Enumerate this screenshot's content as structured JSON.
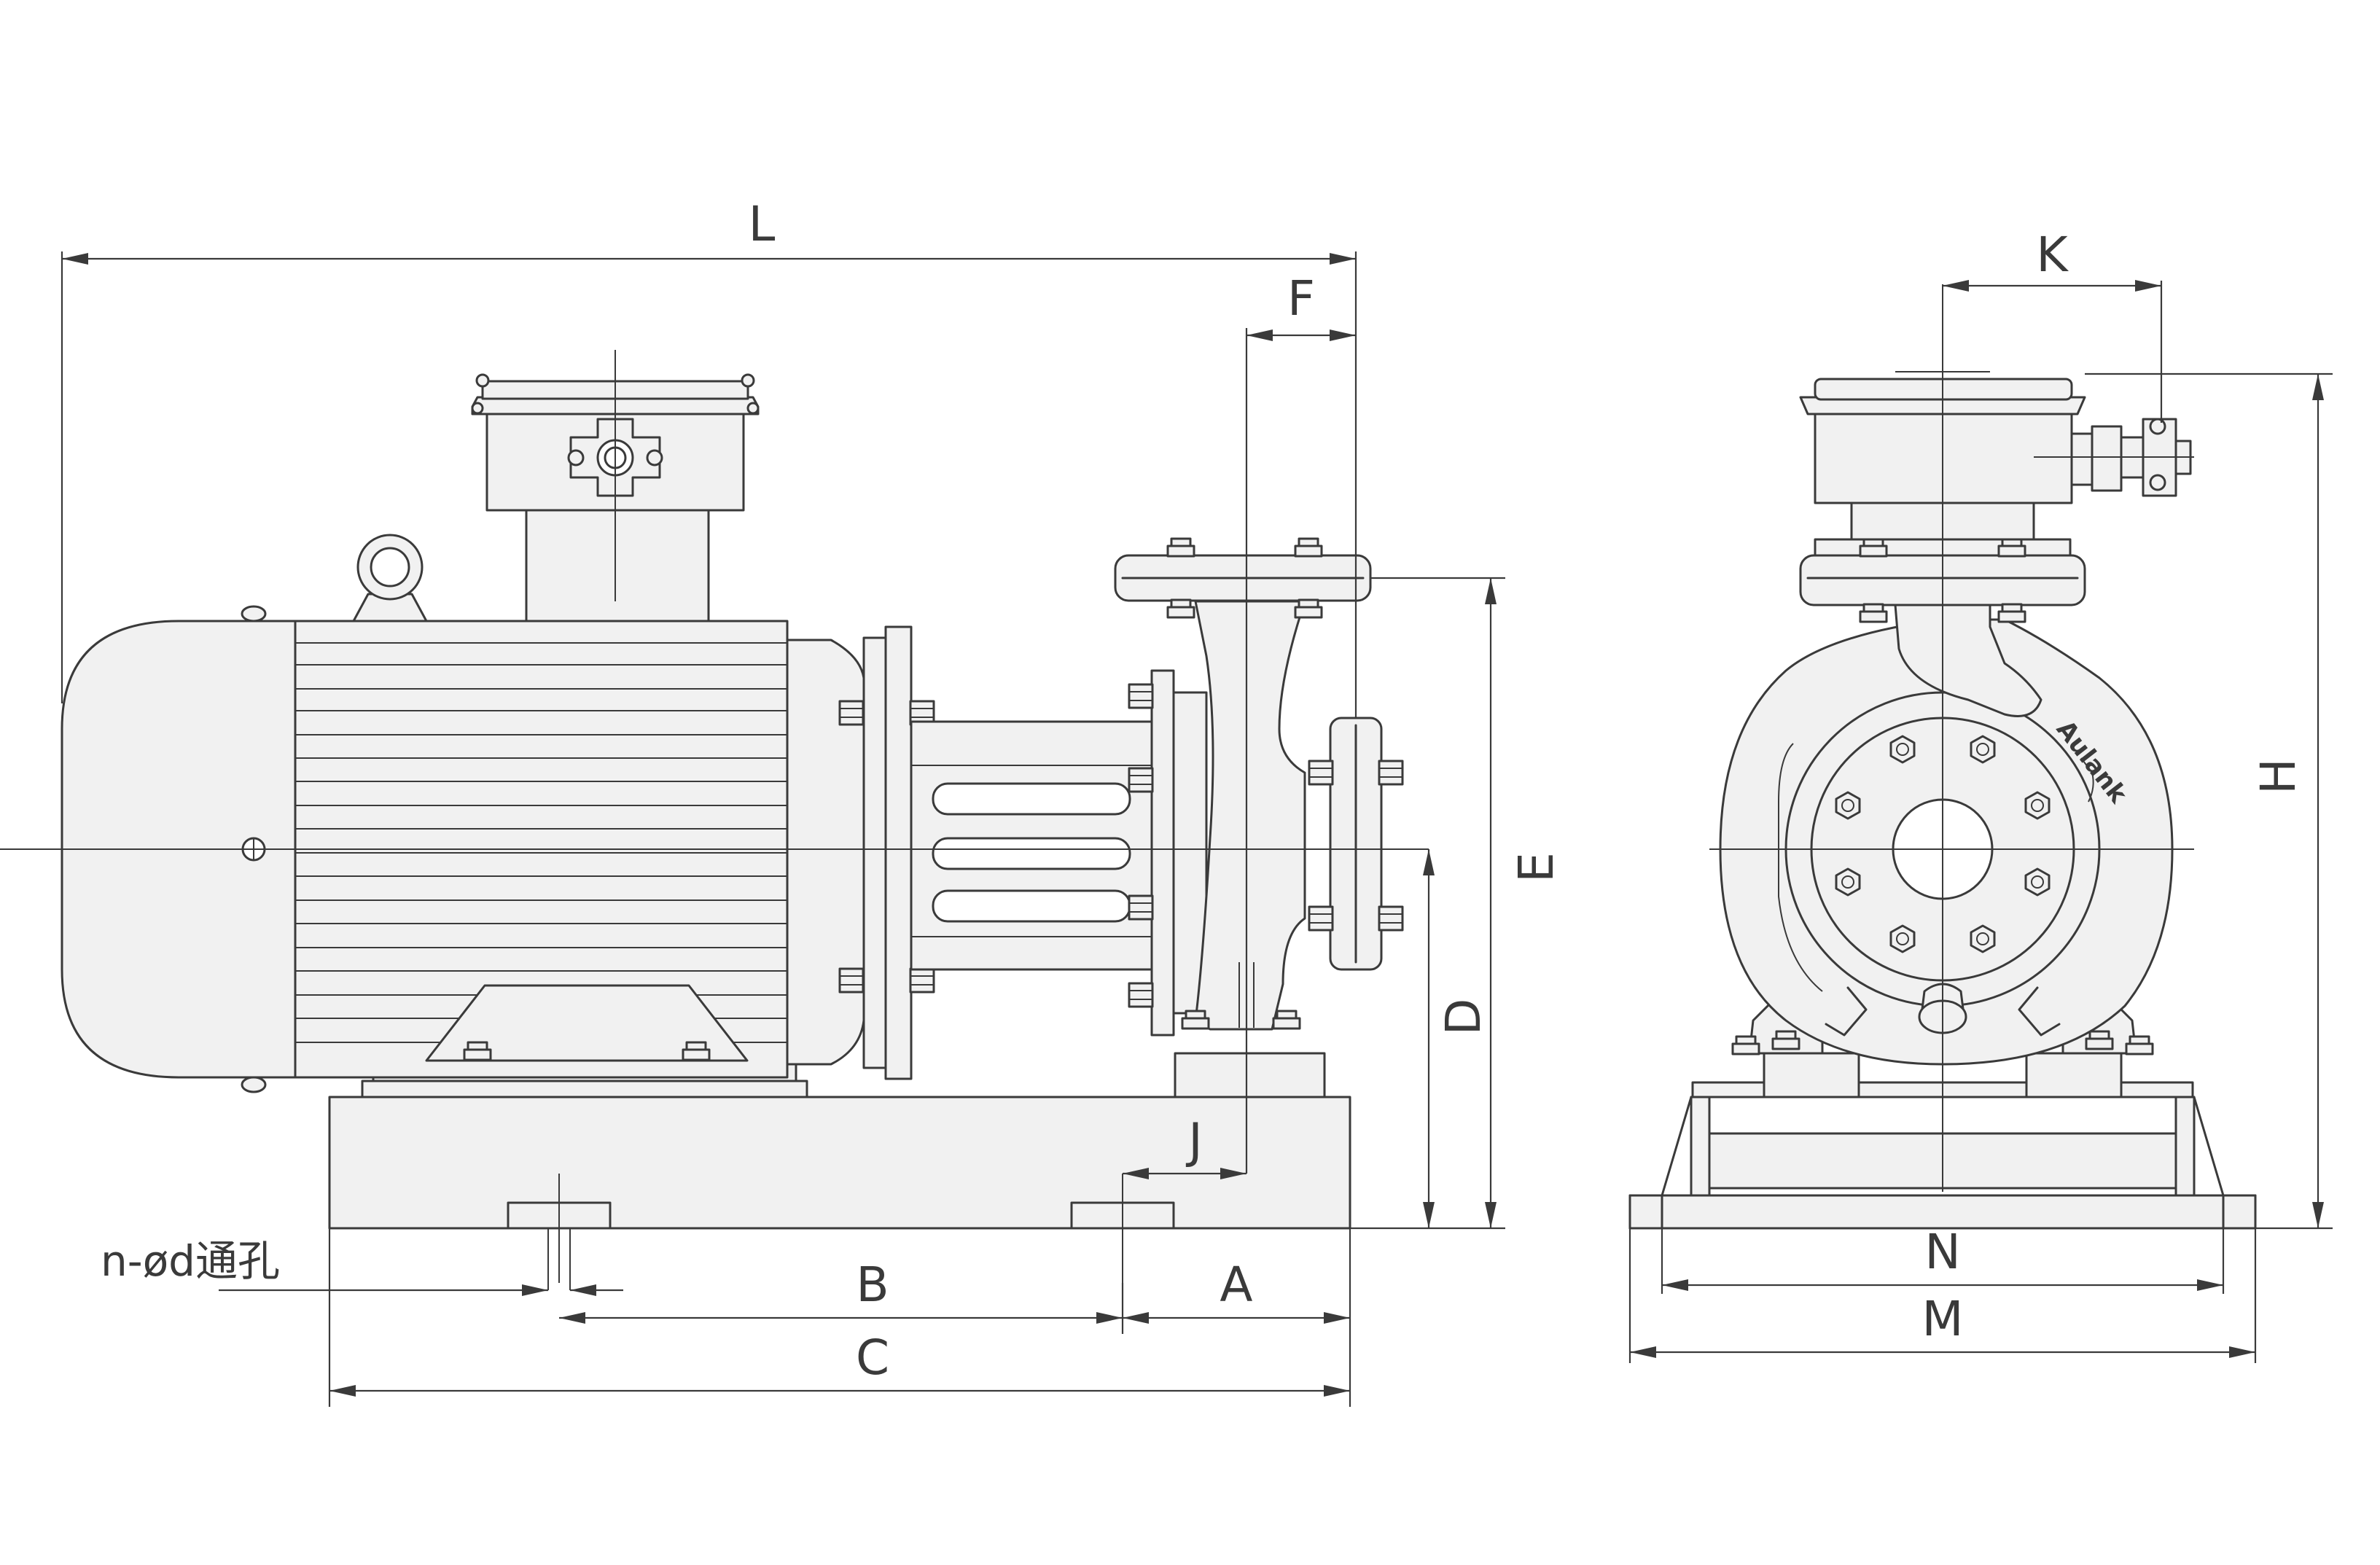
{
  "drawing": {
    "labels": {
      "L": "L",
      "F": "F",
      "K": "K",
      "H": "H",
      "E": "E",
      "D": "D",
      "J": "J",
      "B": "B",
      "A": "A",
      "C": "C",
      "N": "N",
      "M": "M"
    },
    "hole_note": "n-ød通孔",
    "brand": "Aulank"
  }
}
